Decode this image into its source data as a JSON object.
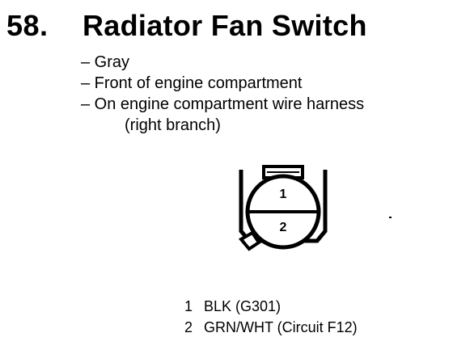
{
  "heading": {
    "number": "58.",
    "title": "Radiator Fan Switch"
  },
  "notes": [
    "– Gray",
    "– Front of engine compartment",
    "– On engine compartment wire harness",
    "(right branch)"
  ],
  "connector": {
    "pin_top_label": "1",
    "pin_bottom_label": "2"
  },
  "pins": [
    {
      "number": "1",
      "description": "BLK (G301)"
    },
    {
      "number": "2",
      "description": "GRN/WHT (Circuit F12)"
    }
  ]
}
